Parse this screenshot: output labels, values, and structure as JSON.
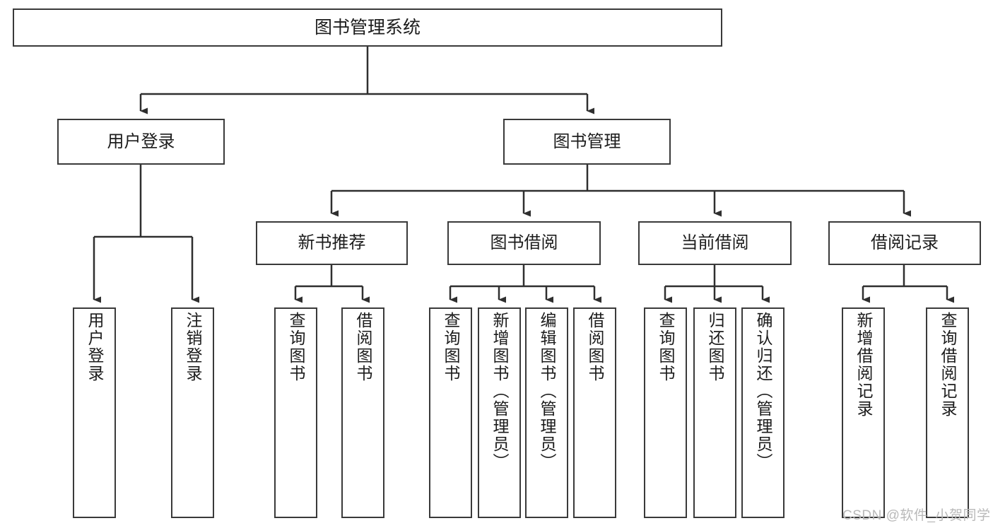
{
  "diagram": {
    "title": "图书管理系统",
    "style": {
      "box_border_color": "#3a3a3a",
      "box_fill_color": "#ffffff",
      "line_color": "#2f2f2f",
      "text_color": "#1c1c1c",
      "background_color": "#ffffff",
      "watermark_color": "#b9b9b9"
    },
    "nodes": {
      "root": {
        "label": "图书管理系统"
      },
      "level2": [
        {
          "id": "user-login",
          "label": "用户登录"
        },
        {
          "id": "book-manage",
          "label": "图书管理"
        }
      ],
      "level3": [
        {
          "id": "new-book-recommend",
          "label": "新书推荐"
        },
        {
          "id": "book-borrow",
          "label": "图书借阅"
        },
        {
          "id": "current-borrow",
          "label": "当前借阅"
        },
        {
          "id": "borrow-record",
          "label": "借阅记录"
        }
      ],
      "leaves": {
        "user_login": [
          {
            "id": "leaf-user-login",
            "label": "用户登录"
          },
          {
            "id": "leaf-logout-login",
            "label": "注销登录"
          }
        ],
        "new_book_recommend": [
          {
            "id": "leaf-query-book-1",
            "label": "查询图书"
          },
          {
            "id": "leaf-borrow-book-1",
            "label": "借阅图书"
          }
        ],
        "book_borrow": [
          {
            "id": "leaf-query-book-2",
            "label": "查询图书"
          },
          {
            "id": "leaf-add-book",
            "label": "新增图书（管理员）"
          },
          {
            "id": "leaf-edit-book",
            "label": "编辑图书（管理员）"
          },
          {
            "id": "leaf-borrow-book-2",
            "label": "借阅图书"
          }
        ],
        "current_borrow": [
          {
            "id": "leaf-query-book-3",
            "label": "查询图书"
          },
          {
            "id": "leaf-return-book",
            "label": "归还图书"
          },
          {
            "id": "leaf-confirm-return",
            "label": "确认归还（管理员）"
          }
        ],
        "borrow_record": [
          {
            "id": "leaf-add-borrow-record",
            "label": "新增借阅记录"
          },
          {
            "id": "leaf-query-borrow-record",
            "label": "查询借阅记录"
          }
        ]
      }
    }
  },
  "watermark": {
    "text": "CSDN @软件_小贺同学"
  }
}
